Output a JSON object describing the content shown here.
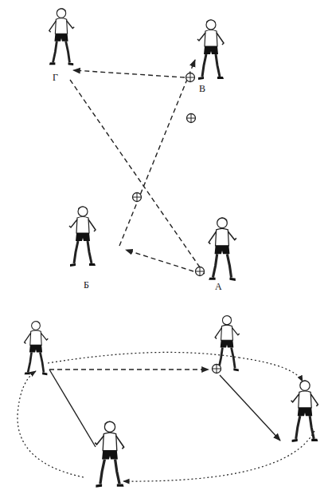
{
  "diagram": {
    "labels": [
      "Г",
      "В",
      "Б",
      "А"
    ]
  }
}
